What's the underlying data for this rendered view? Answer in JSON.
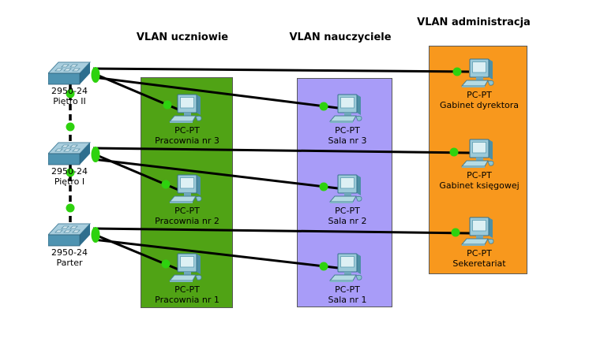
{
  "colors": {
    "zone_uczniowie": "#50A315",
    "zone_nauczyciele": "#A89CF8",
    "zone_administracja": "#F8981D",
    "link": "#000000",
    "status_dot": "#2ED20E",
    "background": "#FFFFFF"
  },
  "zones": [
    {
      "id": "uczniowie",
      "title": "VLAN uczniowie"
    },
    {
      "id": "nauczyciele",
      "title": "VLAN nauczyciele"
    },
    {
      "id": "administracja",
      "title": "VLAN administracja"
    }
  ],
  "switches": [
    {
      "model": "2950-24",
      "name": "Piętro II"
    },
    {
      "model": "2950-24",
      "name": "Piętro I"
    },
    {
      "model": "2950-24",
      "name": "Parter"
    }
  ],
  "pcs": [
    {
      "model": "PC-PT",
      "name": "Pracownia nr 3",
      "zone": "uczniowie"
    },
    {
      "model": "PC-PT",
      "name": "Pracownia nr 2",
      "zone": "uczniowie"
    },
    {
      "model": "PC-PT",
      "name": "Pracownia nr 1",
      "zone": "uczniowie"
    },
    {
      "model": "PC-PT",
      "name": "Sala nr 3",
      "zone": "nauczyciele"
    },
    {
      "model": "PC-PT",
      "name": "Sala nr 2",
      "zone": "nauczyciele"
    },
    {
      "model": "PC-PT",
      "name": "Sala nr 1",
      "zone": "nauczyciele"
    },
    {
      "model": "PC-PT",
      "name": "Gabinet dyrektora",
      "zone": "administracja"
    },
    {
      "model": "PC-PT",
      "name": "Gabinet księgowej",
      "zone": "administracja"
    },
    {
      "model": "PC-PT",
      "name": "Sekeretariat",
      "zone": "administracja"
    }
  ],
  "links": [
    {
      "type": "trunk",
      "from": "Piętro II",
      "to": "Piętro I",
      "status": "green"
    },
    {
      "type": "trunk",
      "from": "Piętro I",
      "to": "Parter",
      "status": "green"
    },
    {
      "type": "access",
      "from": "Piętro II",
      "to": "Gabinet dyrektora",
      "status": "green"
    },
    {
      "type": "access",
      "from": "Piętro II",
      "to": "Pracownia nr 3",
      "status": "green"
    },
    {
      "type": "access",
      "from": "Piętro II",
      "to": "Sala nr 3",
      "status": "green"
    },
    {
      "type": "access",
      "from": "Piętro I",
      "to": "Gabinet księgowej",
      "status": "green"
    },
    {
      "type": "access",
      "from": "Piętro I",
      "to": "Pracownia nr 2",
      "status": "green"
    },
    {
      "type": "access",
      "from": "Piętro I",
      "to": "Sala nr 2",
      "status": "green"
    },
    {
      "type": "access",
      "from": "Parter",
      "to": "Sekeretariat",
      "status": "green"
    },
    {
      "type": "access",
      "from": "Parter",
      "to": "Pracownia nr 1",
      "status": "green"
    },
    {
      "type": "access",
      "from": "Parter",
      "to": "Sala nr 1",
      "status": "green"
    }
  ]
}
